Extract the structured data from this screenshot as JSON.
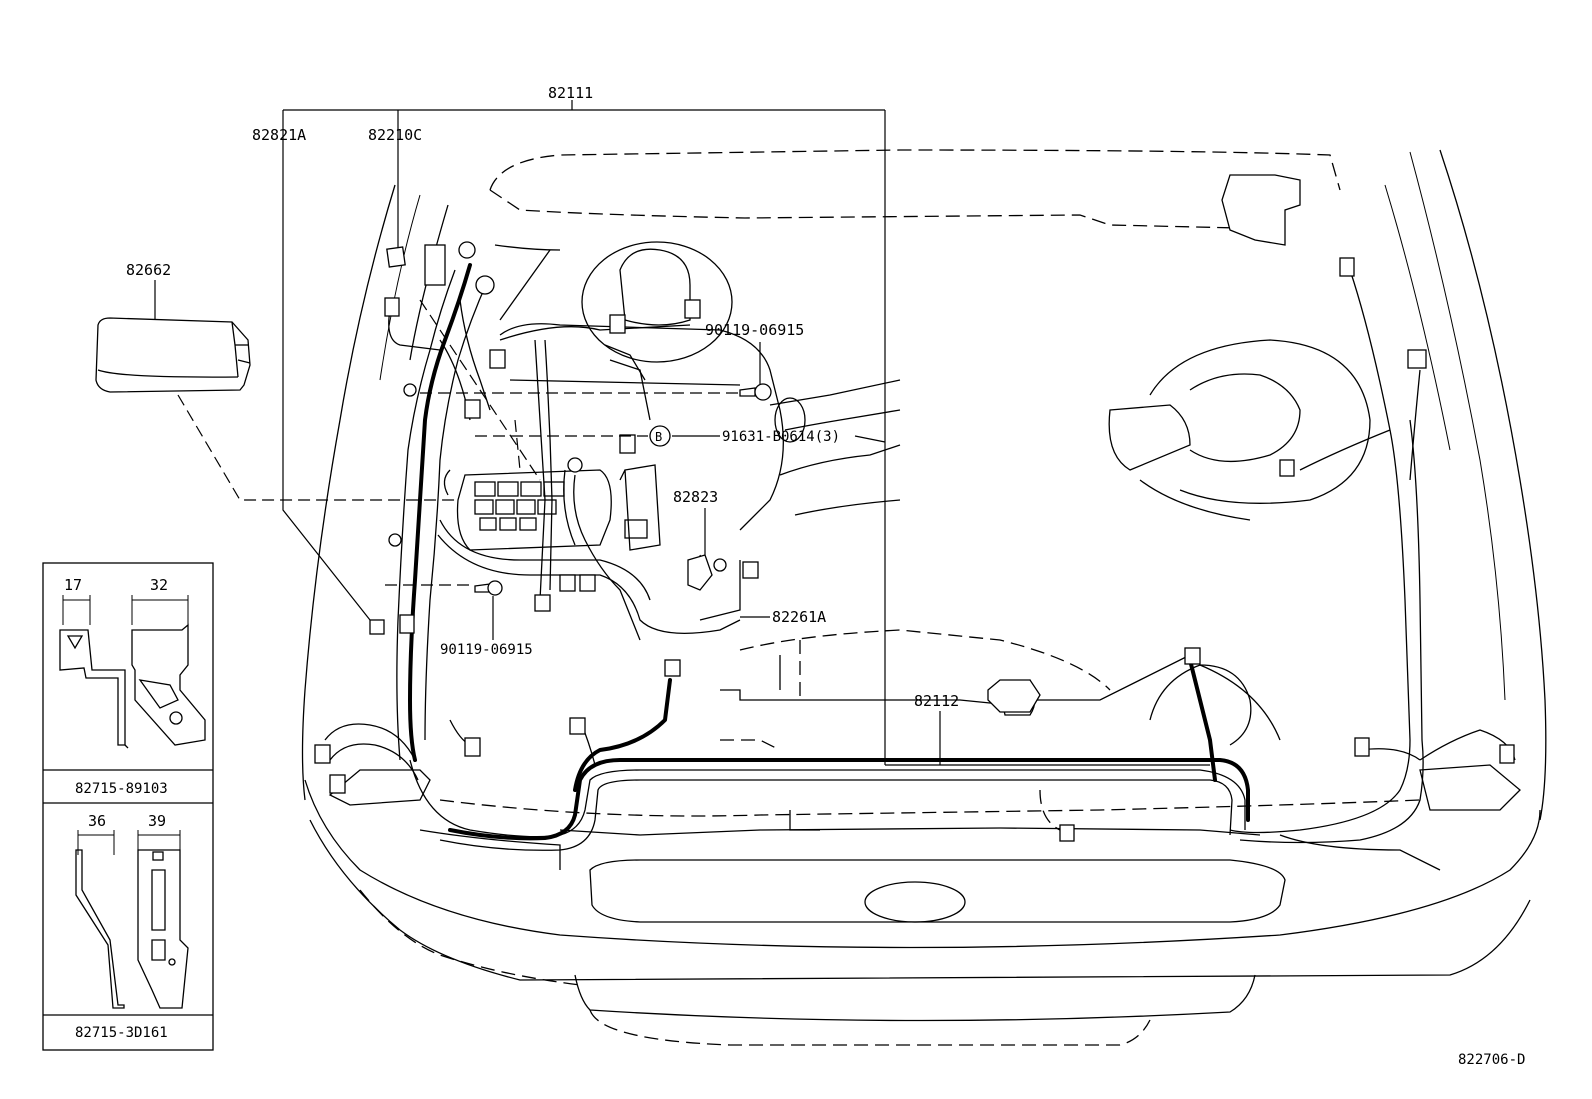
{
  "labels": {
    "p82111": "82111",
    "p82821A": "82821A",
    "p82210C": "82210C",
    "p82662": "82662",
    "bolt_upper": "90119-06915",
    "b_marker": "B",
    "p91631": "91631-B0614(3)",
    "p82823": "82823",
    "p82261A": "82261A",
    "bolt_lower": "90119-06915",
    "p82112": "82112",
    "diagram_id": "822706-D"
  },
  "inset_top": {
    "dim_left": "17",
    "dim_right": "32",
    "part_no": "82715-89103"
  },
  "inset_bottom": {
    "dim_left": "36",
    "dim_right": "39",
    "part_no": "82715-3D161"
  }
}
